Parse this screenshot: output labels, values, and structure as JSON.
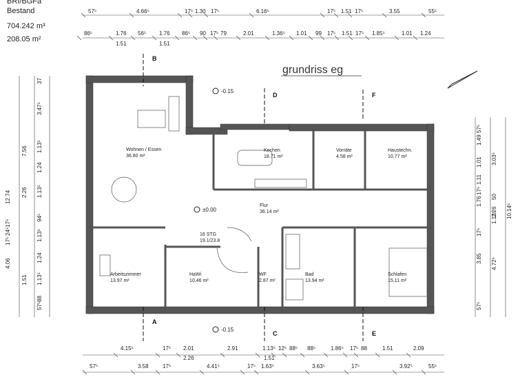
{
  "info": {
    "line1": "BRI/BGFa",
    "line2": "Bestand",
    "line3": "704.242 m³",
    "line4": "208.05 m²"
  },
  "title": "grundriss eg",
  "top_row1": [
    "57⁵",
    "4.66⁵",
    "17⁵",
    "1.30",
    "17⁵",
    "6.16⁵",
    "17⁵",
    "1.51",
    "17⁵",
    "3.55",
    "55⁵"
  ],
  "top_row2": [
    "86⁵",
    "1.76",
    "56⁵",
    "1.76",
    "86⁵",
    "90",
    "17⁵",
    "79",
    "2.01",
    "1.36⁵",
    "1.01",
    "99",
    "17⁵",
    "1.51",
    "17⁵",
    "1.85⁵",
    "1.01",
    "1.24"
  ],
  "top_row2_sub": [
    "1.51",
    "1.51"
  ],
  "bottom_row1": [
    "4.15⁵",
    "17⁵",
    "2.01",
    "2.91",
    "1.13⁵",
    "12⁵",
    "88⁵",
    "88⁵",
    "1.86⁵",
    "17⁵",
    "88",
    "1.51",
    "2.09"
  ],
  "bottom_row1_sub": [
    "2.26",
    "1.51"
  ],
  "bottom_row2": [
    "57⁵",
    "3.58",
    "17⁵",
    "4.41⁵",
    "17⁵",
    "1.63⁵",
    "3.63⁵",
    "17⁵",
    "3.92⁵",
    "55⁵"
  ],
  "left_col1": [
    "37",
    "3.47⁵",
    "1.13⁵",
    "1.24",
    "1.13⁵",
    "94⁵",
    "1.13⁵",
    "1.24",
    "1.13⁵",
    "88",
    "57⁵"
  ],
  "left_col2": [
    "7.56",
    "2.26",
    "1.51"
  ],
  "left_col3": [
    "12.74",
    "17⁵",
    "24⁵",
    "17⁵",
    "4.06"
  ],
  "right_col1": [
    "57⁵",
    "1.49",
    "1.01",
    "1.11",
    "17⁵",
    "1.76",
    "17⁵",
    "3.85",
    "57⁵"
  ],
  "right_col2": [
    "3.03⁵",
    "50",
    "2.26",
    "4.72⁵",
    "1.13⁵"
  ],
  "right_col3": [
    "10.14⁵"
  ],
  "rooms": [
    {
      "name": "Wohnen / Essen",
      "area": "36.80 m²"
    },
    {
      "name": "Kochen",
      "area": "18.71 m²"
    },
    {
      "name": "Vorräte",
      "area": "4.58 m²"
    },
    {
      "name": "Haustechn.",
      "area": "10.77 m²"
    },
    {
      "name": "Flur",
      "area": "36.14 m²"
    },
    {
      "name": "16 STG",
      "area": "19.1/23.8"
    },
    {
      "name": "Arbeitszimmer",
      "area": "13.97 m²"
    },
    {
      "name": "HaWi",
      "area": "10.46 m²"
    },
    {
      "name": "WF",
      "area": "2.87 m²"
    },
    {
      "name": "Bad",
      "area": "13.94 m²"
    },
    {
      "name": "Schlafen",
      "area": "15.11 m²"
    }
  ],
  "levels": [
    "-0.15",
    "±0.00",
    "-0.15"
  ],
  "sections": [
    "A",
    "B",
    "C",
    "D",
    "E",
    "F"
  ],
  "colors": {
    "wall": "#555555",
    "line": "#444444",
    "ink": "#222222"
  }
}
